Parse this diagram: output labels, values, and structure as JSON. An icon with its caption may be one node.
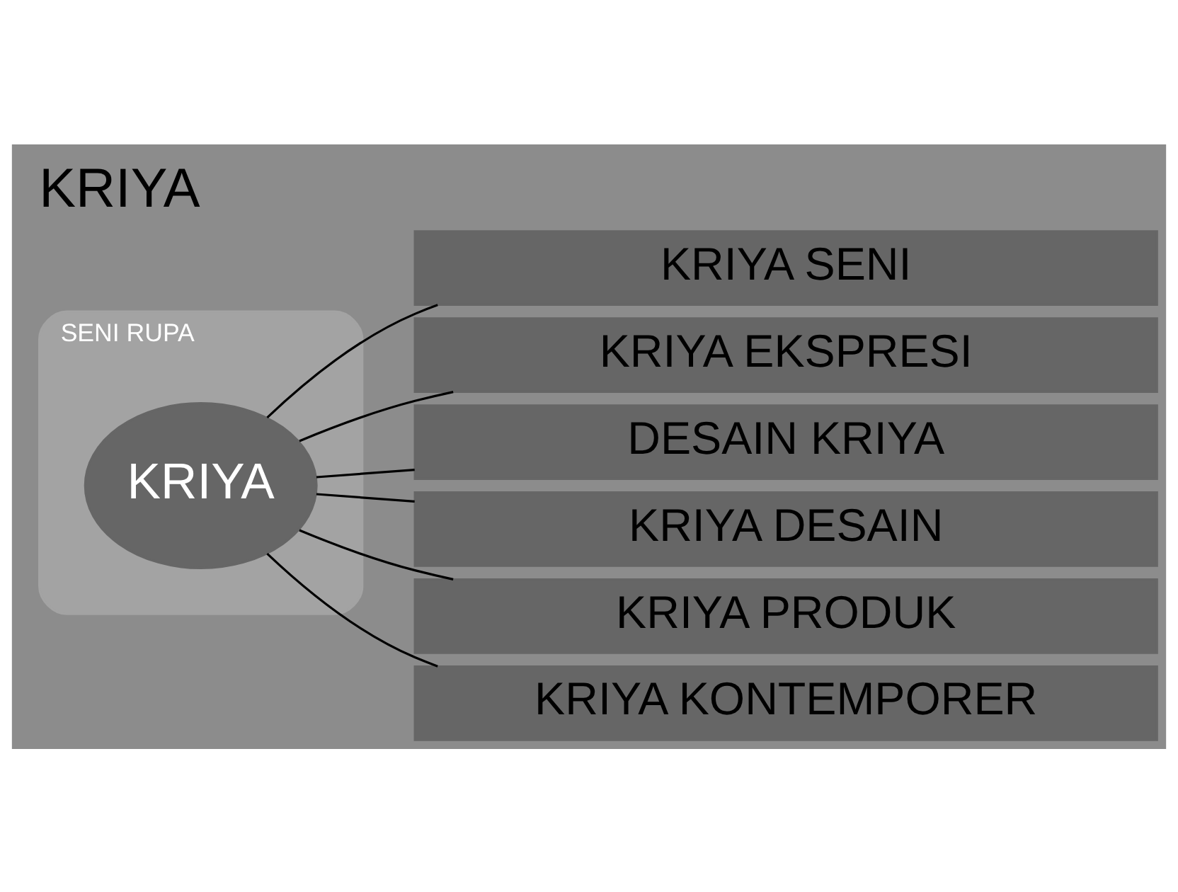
{
  "diagram": {
    "title": "KRIYA",
    "nodes": [
      {
        "text": [
          "SENI RUPA"
        ]
      },
      {
        "text": [
          "KRIYA"
        ],
        "in": 0
      },
      {
        "text": [
          "KRIYA SENI"
        ]
      },
      {
        "text": [
          "KRIYA EKSPRESI"
        ]
      },
      {
        "text": [
          "DESAIN KRIYA"
        ]
      },
      {
        "text": [
          "KRIYA DESAIN"
        ]
      },
      {
        "text": [
          "KRIYA PRODUK"
        ]
      },
      {
        "text": [
          "KRIYA KONTEMPORER"
        ]
      }
    ],
    "edges": [
      {
        "from": 1,
        "to": 2,
        "arrow": "none"
      },
      {
        "from": 1,
        "to": 3,
        "arrow": "none"
      },
      {
        "from": 1,
        "to": 4,
        "arrow": "none"
      },
      {
        "from": 1,
        "to": 5,
        "arrow": "none"
      },
      {
        "from": 1,
        "to": 6,
        "arrow": "none"
      },
      {
        "from": 1,
        "to": 7,
        "arrow": "none"
      }
    ]
  }
}
